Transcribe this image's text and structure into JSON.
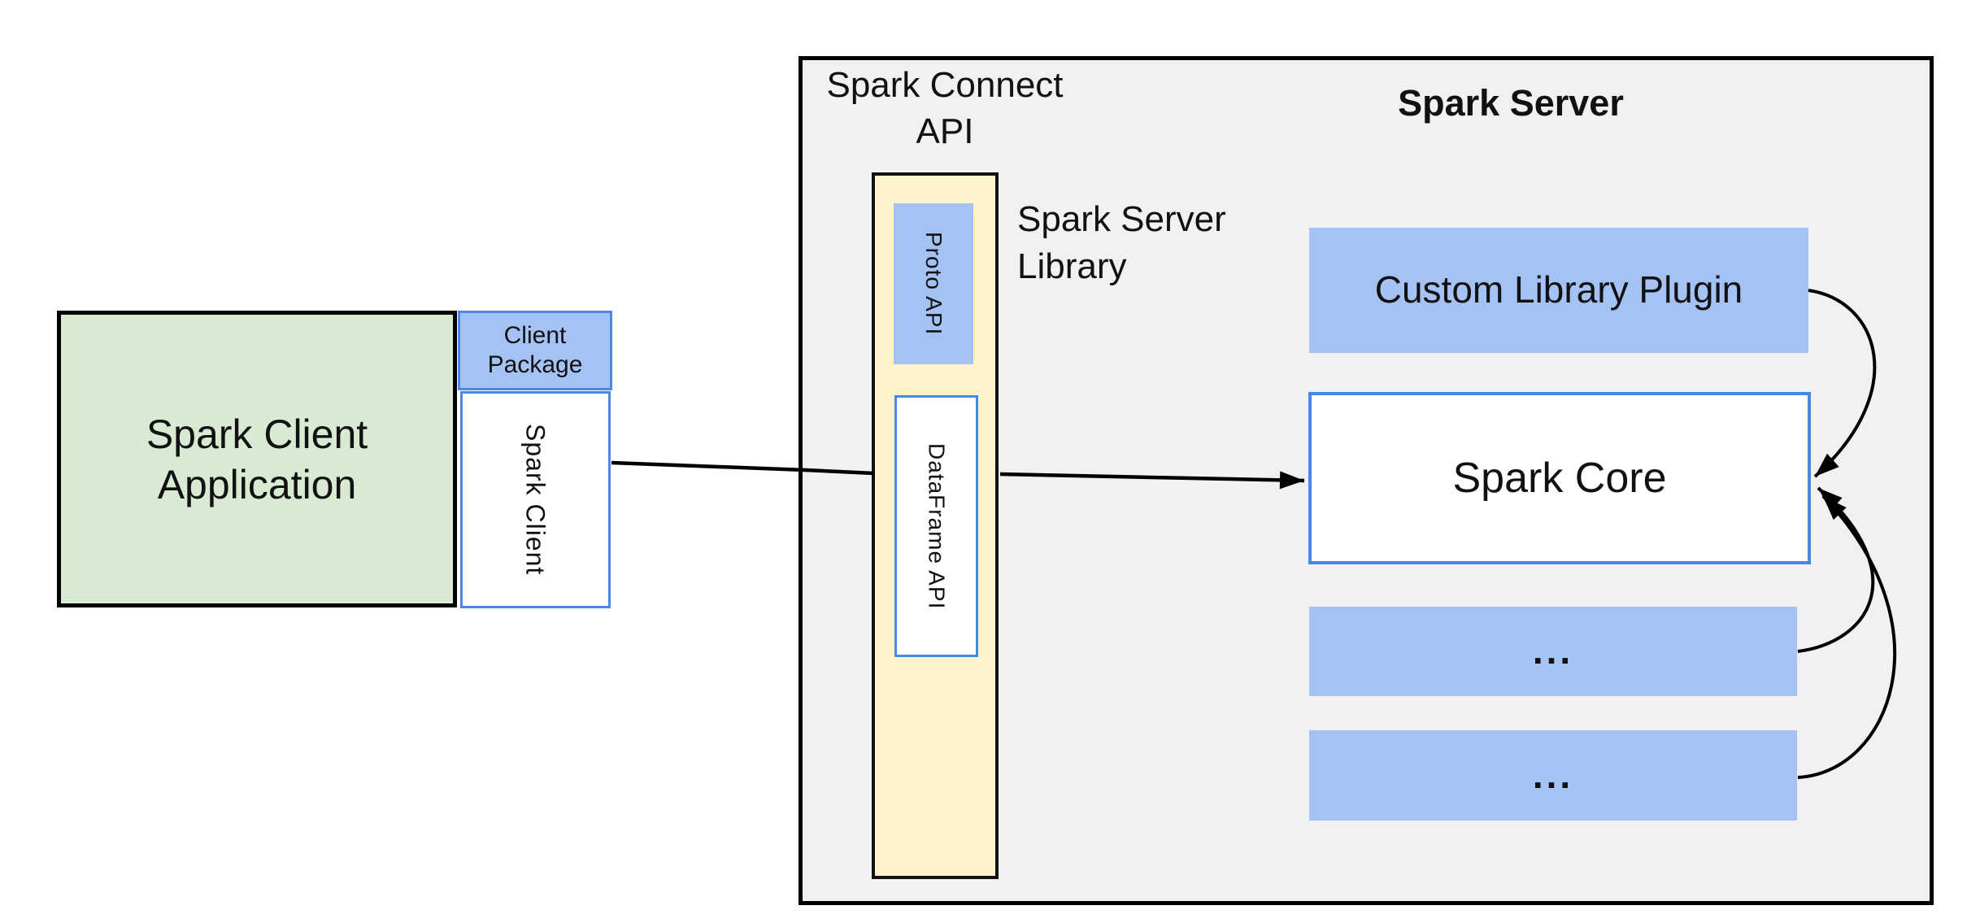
{
  "colors": {
    "container_fill": "#f1f1f2",
    "container_border": "#000000",
    "green_fill": "#d9ead3",
    "blue_fill": "#a4c2f4",
    "blue_border": "#4a86e8",
    "yellow_fill": "#fdf2cc",
    "connector": "#000000"
  },
  "client_app": {
    "lines": [
      "Spark Client",
      "Application"
    ]
  },
  "client_package": {
    "lines": [
      "Client",
      "Package"
    ]
  },
  "spark_client_box": {
    "label": "Spark Client"
  },
  "connect_api": {
    "title_lines": [
      "Spark Connect",
      "API"
    ]
  },
  "proto_api": {
    "label": "Proto API"
  },
  "dataframe_api": {
    "label": "DataFrame API"
  },
  "server_library": {
    "lines": [
      "Spark Server",
      "Library"
    ]
  },
  "spark_server": {
    "title": "Spark Server"
  },
  "custom_plugin": {
    "label": "Custom Library Plugin"
  },
  "spark_core": {
    "label": "Spark Core"
  },
  "more_boxes": {
    "box1": "...",
    "box2": "..."
  }
}
